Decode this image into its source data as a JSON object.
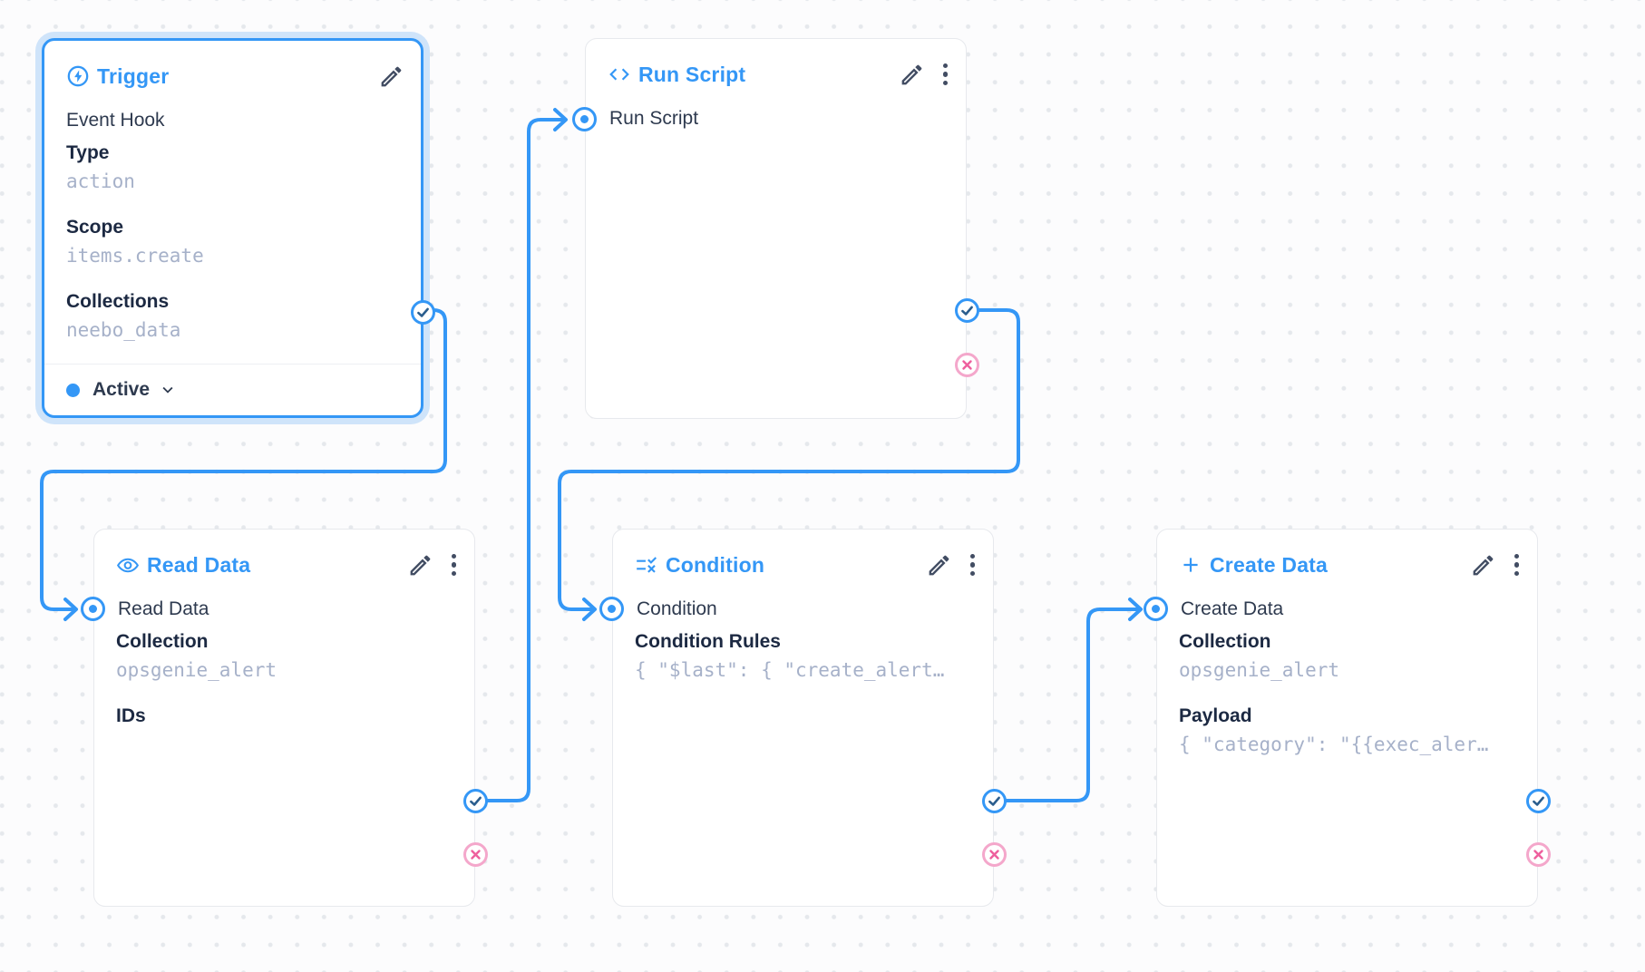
{
  "canvas": {
    "accent_blue": "#3497f6",
    "selection_glow": "#cfe4fa",
    "resolve_check_color": "#2a5d8d",
    "reject_x_color": "#ee5f9d",
    "reject_ring_color": "#f4a7cb",
    "mono_text_color": "#a6b1c9",
    "dot_grid_color": "#e5e8ec"
  },
  "icons": {
    "trigger": "bolt-circle-icon",
    "run_script": "code-brackets-icon",
    "read_data": "eye-icon",
    "condition": "rule-check-x-icon",
    "create_data": "plus-icon",
    "edit": "pencil-icon",
    "menu": "kebab-dots-icon",
    "status": "chevron-down-icon",
    "resolve_port": "check-circle-icon",
    "reject_port": "x-circle-icon",
    "input_port": "dot-circle-icon"
  },
  "nodes": {
    "trigger": {
      "title": "Trigger",
      "type_label": "Event Hook",
      "fields": [
        {
          "label": "Type",
          "value": "action"
        },
        {
          "label": "Scope",
          "value": "items.create"
        },
        {
          "label": "Collections",
          "value": "neebo_data"
        }
      ],
      "status_label": "Active"
    },
    "run_script": {
      "title": "Run Script",
      "input_label": "Run Script"
    },
    "read_data": {
      "title": "Read Data",
      "input_label": "Read Data",
      "fields": [
        {
          "label": "Collection",
          "value": "opsgenie_alert"
        },
        {
          "label": "IDs"
        }
      ]
    },
    "condition": {
      "title": "Condition",
      "input_label": "Condition",
      "fields": [
        {
          "label": "Condition Rules",
          "value": "{ \"$last\": { \"create_alert…"
        }
      ]
    },
    "create_data": {
      "title": "Create Data",
      "input_label": "Create Data",
      "fields": [
        {
          "label": "Collection",
          "value": "opsgenie_alert"
        },
        {
          "label": "Payload",
          "value": "{ \"category\": \"{{exec_aler…"
        }
      ]
    }
  }
}
